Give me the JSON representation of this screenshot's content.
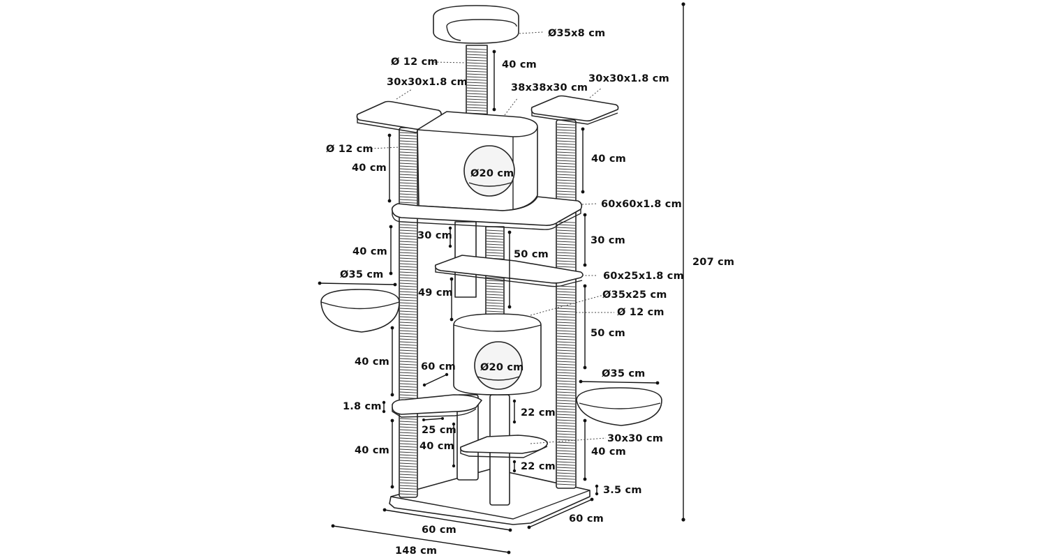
{
  "labels": {
    "top_bed": "Ø35x8 cm",
    "top_post_diameter": "Ø 12 cm",
    "top_post_height": "40 cm",
    "left_platform": "30x30x1.8 cm",
    "cube_house": "38x38x30 cm",
    "right_platform": "30x30x1.8 cm",
    "left_post_diameter": "Ø 12 cm",
    "left_upper_post_height": "40 cm",
    "cube_hole": "Ø20 cm",
    "right_upper_post_height": "40 cm",
    "main_platform": "60x60x1.8 cm",
    "left_mid_post_height": "40 cm",
    "inner_post_30": "30 cm",
    "center_post_50": "50 cm",
    "right_post_30": "30 cm",
    "left_bowl": "Ø35 cm",
    "mid_platform": "60x25x1.8 cm",
    "inner_post_49": "49 cm",
    "cylinder_house": "Ø35x25 cm",
    "right_post_diameter": "Ø 12 cm",
    "right_post_50": "50 cm",
    "left_lower_post_40": "40 cm",
    "lower_step_60": "60 cm",
    "cylinder_hole": "Ø20 cm",
    "right_bowl": "Ø35 cm",
    "step_thickness": "1.8 cm",
    "under_cylinder_22": "22 cm",
    "step_depth_25": "25 cm",
    "small_platform": "30x30 cm",
    "left_bottom_post_40": "40 cm",
    "inner_post_40": "40 cm",
    "right_bottom_post_40": "40 cm",
    "under_small_22": "22 cm",
    "base_thickness": "3.5 cm",
    "base_width": "60 cm",
    "base_depth": "60 cm",
    "total_width": "148 cm",
    "total_height": "207 cm"
  }
}
